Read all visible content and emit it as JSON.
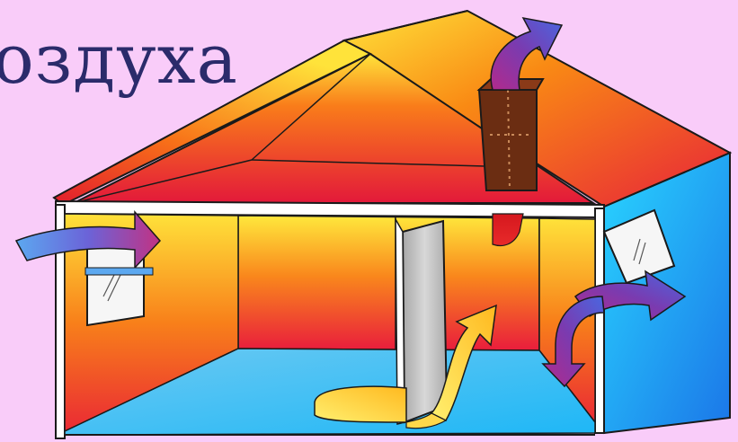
{
  "slide": {
    "title_text": "оздуха"
  },
  "colors": {
    "background": "#F9CCF9",
    "title": "#2B2B6B",
    "warm_red": "#E8202A",
    "warm_orange": "#F57F17",
    "warm_yellow": "#FFE93B",
    "floor_blue": "#33C8FF",
    "wall_cyan": "#2ED5FF",
    "chimney_brown": "#6B2D12",
    "door_gray": "#BDBDBD"
  },
  "illustration": {
    "subject": "house-ventilation",
    "elements": [
      "roof",
      "chimney",
      "left-window",
      "right-window",
      "interior-door",
      "air-flow-arrows"
    ]
  }
}
